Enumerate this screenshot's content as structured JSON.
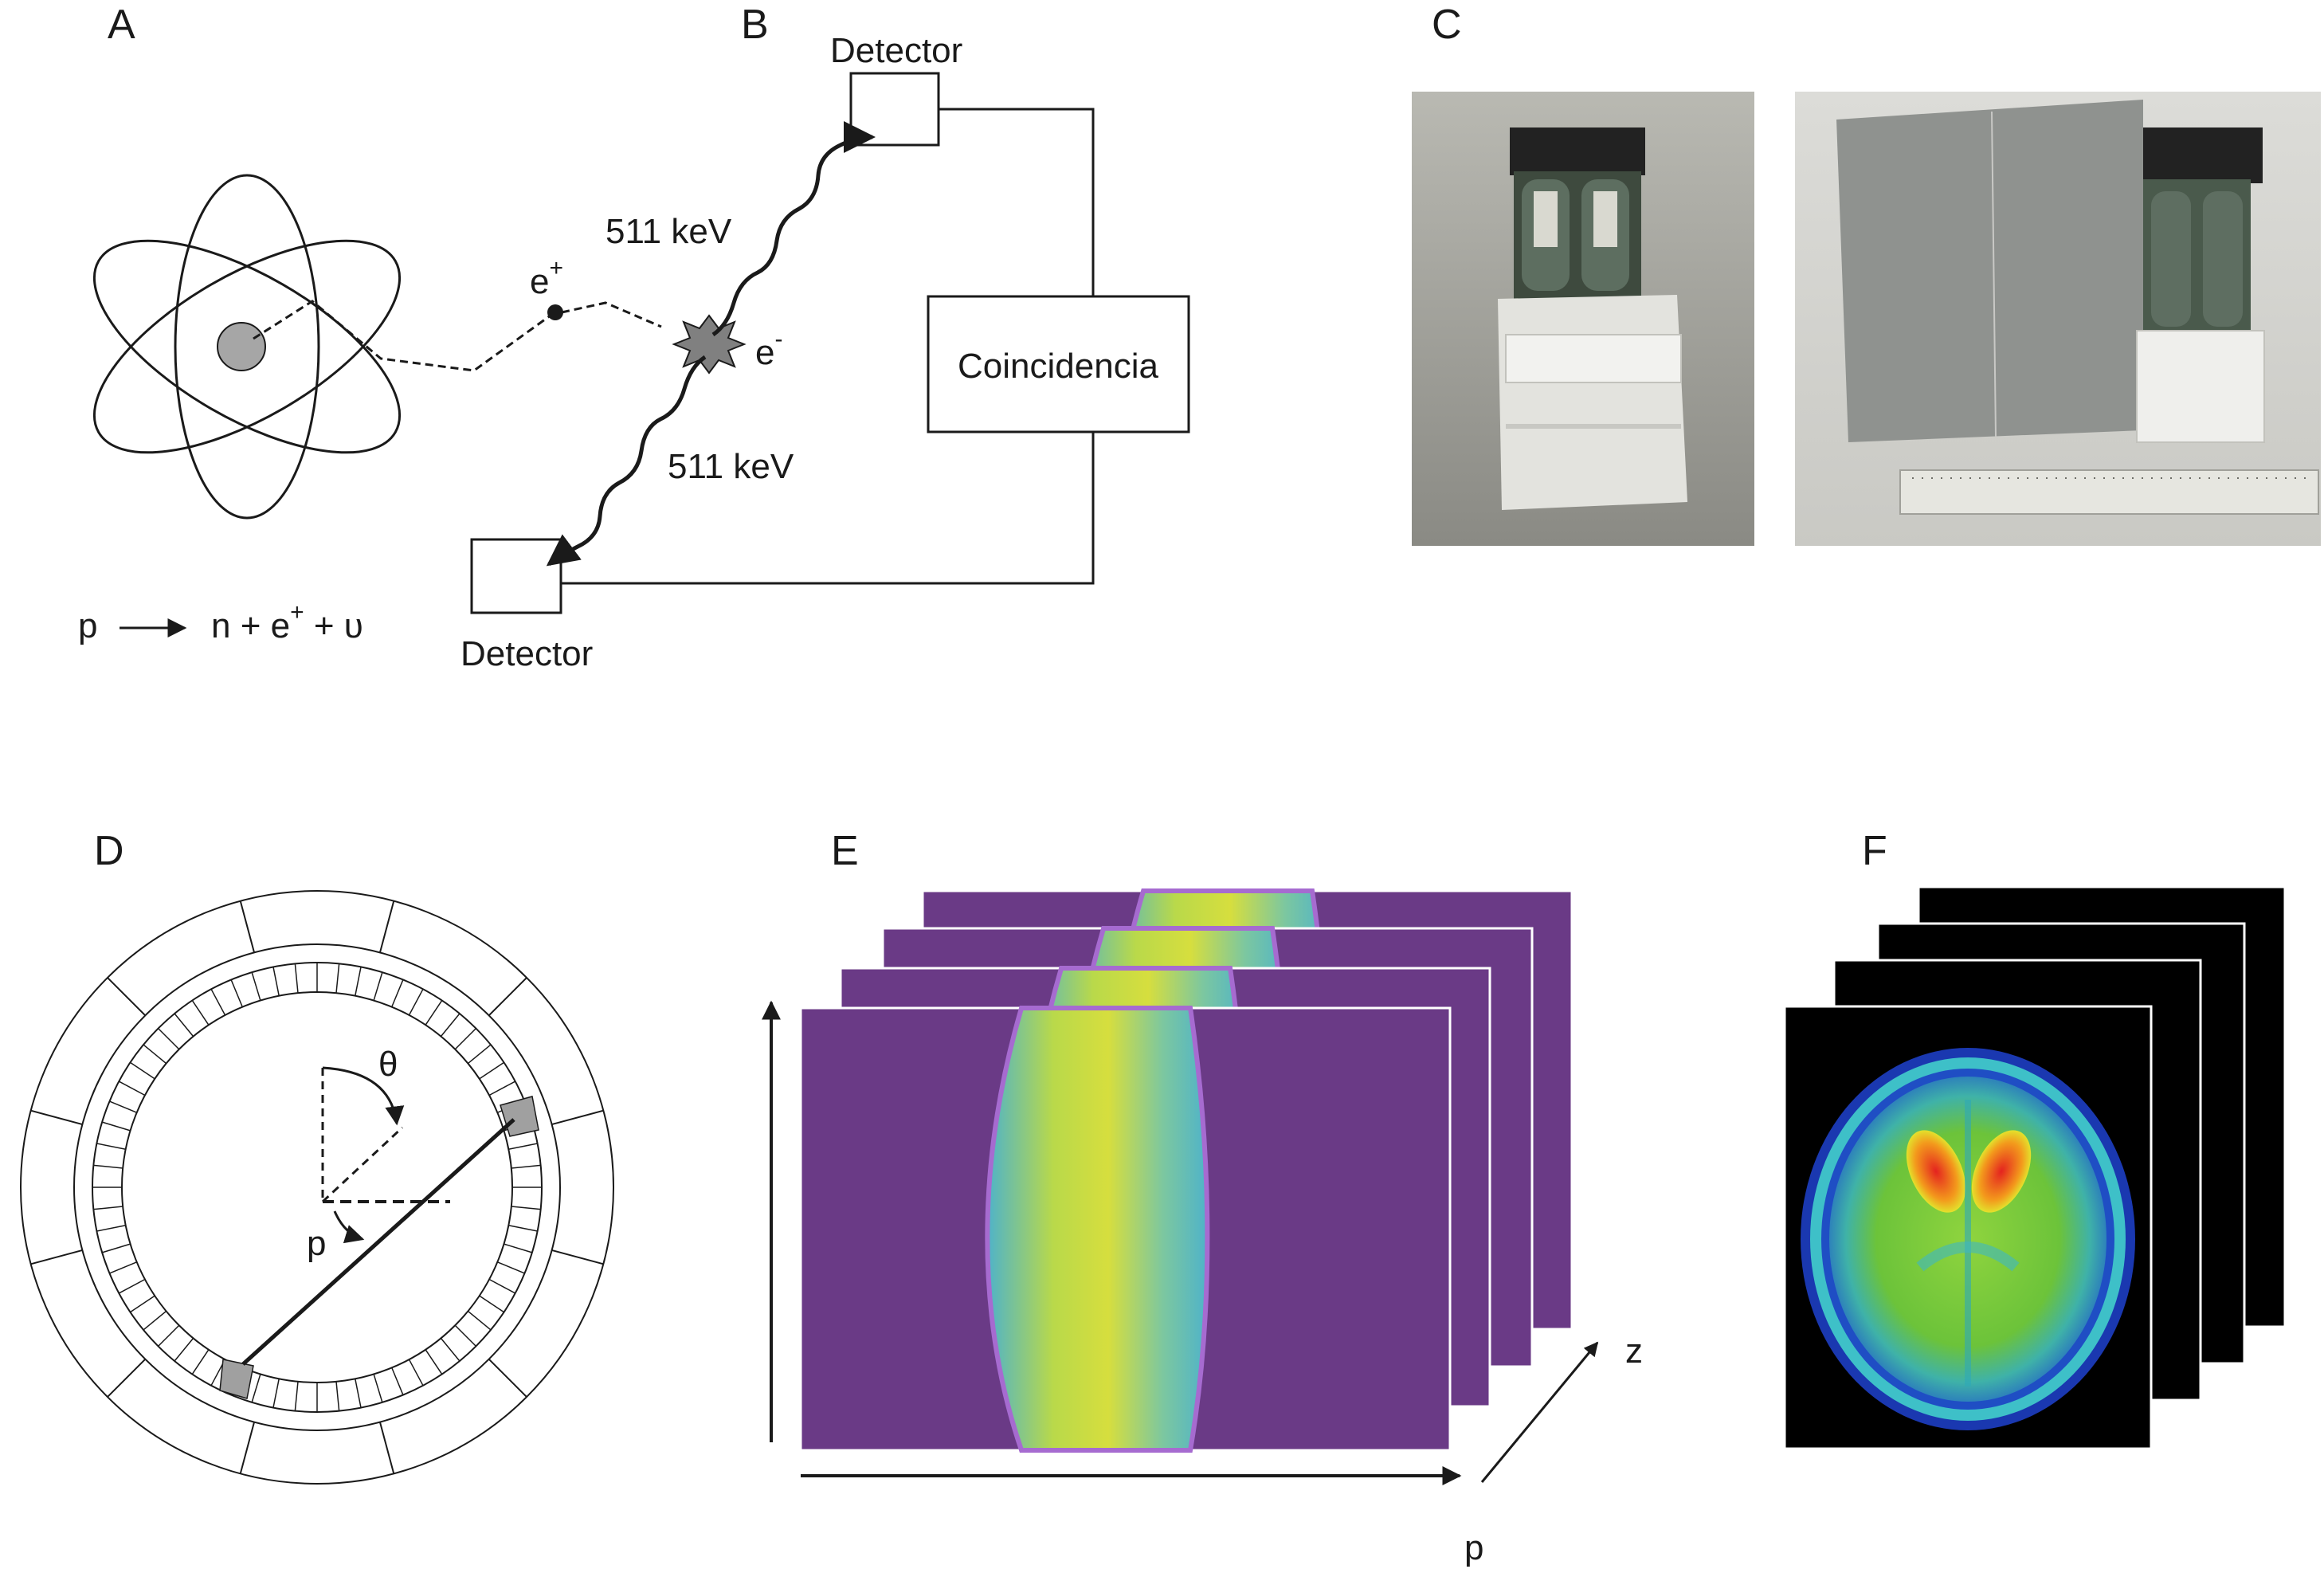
{
  "panels": {
    "a": {
      "letter": "A",
      "positron": "e",
      "positron_sup": "+",
      "reaction": {
        "p": "p",
        "rhs": "n + e",
        "sup": "+",
        "tail": " + υ"
      }
    },
    "b": {
      "letter": "B",
      "detector_top": "Detector",
      "detector_bottom": "Detector",
      "energy_top": "511 keV",
      "energy_bottom": "511 keV",
      "positron": "e",
      "positron_sup": "+",
      "electron": "e",
      "electron_sup": "-",
      "coincidence": "Coincidencia"
    },
    "c": {
      "letter": "C"
    },
    "d": {
      "letter": "D",
      "theta": "θ",
      "p": "p"
    },
    "e": {
      "letter": "E",
      "z": "z",
      "p": "p"
    },
    "f": {
      "letter": "F"
    }
  },
  "colors": {
    "sinogram_bg": "#6a3a86",
    "sinogram_band": "#4fb3c9",
    "sinogram_core": "#d6de3e",
    "pet_bg": "#000000",
    "pet_green": "#7ccc3a",
    "pet_hot": "#e4231f"
  }
}
